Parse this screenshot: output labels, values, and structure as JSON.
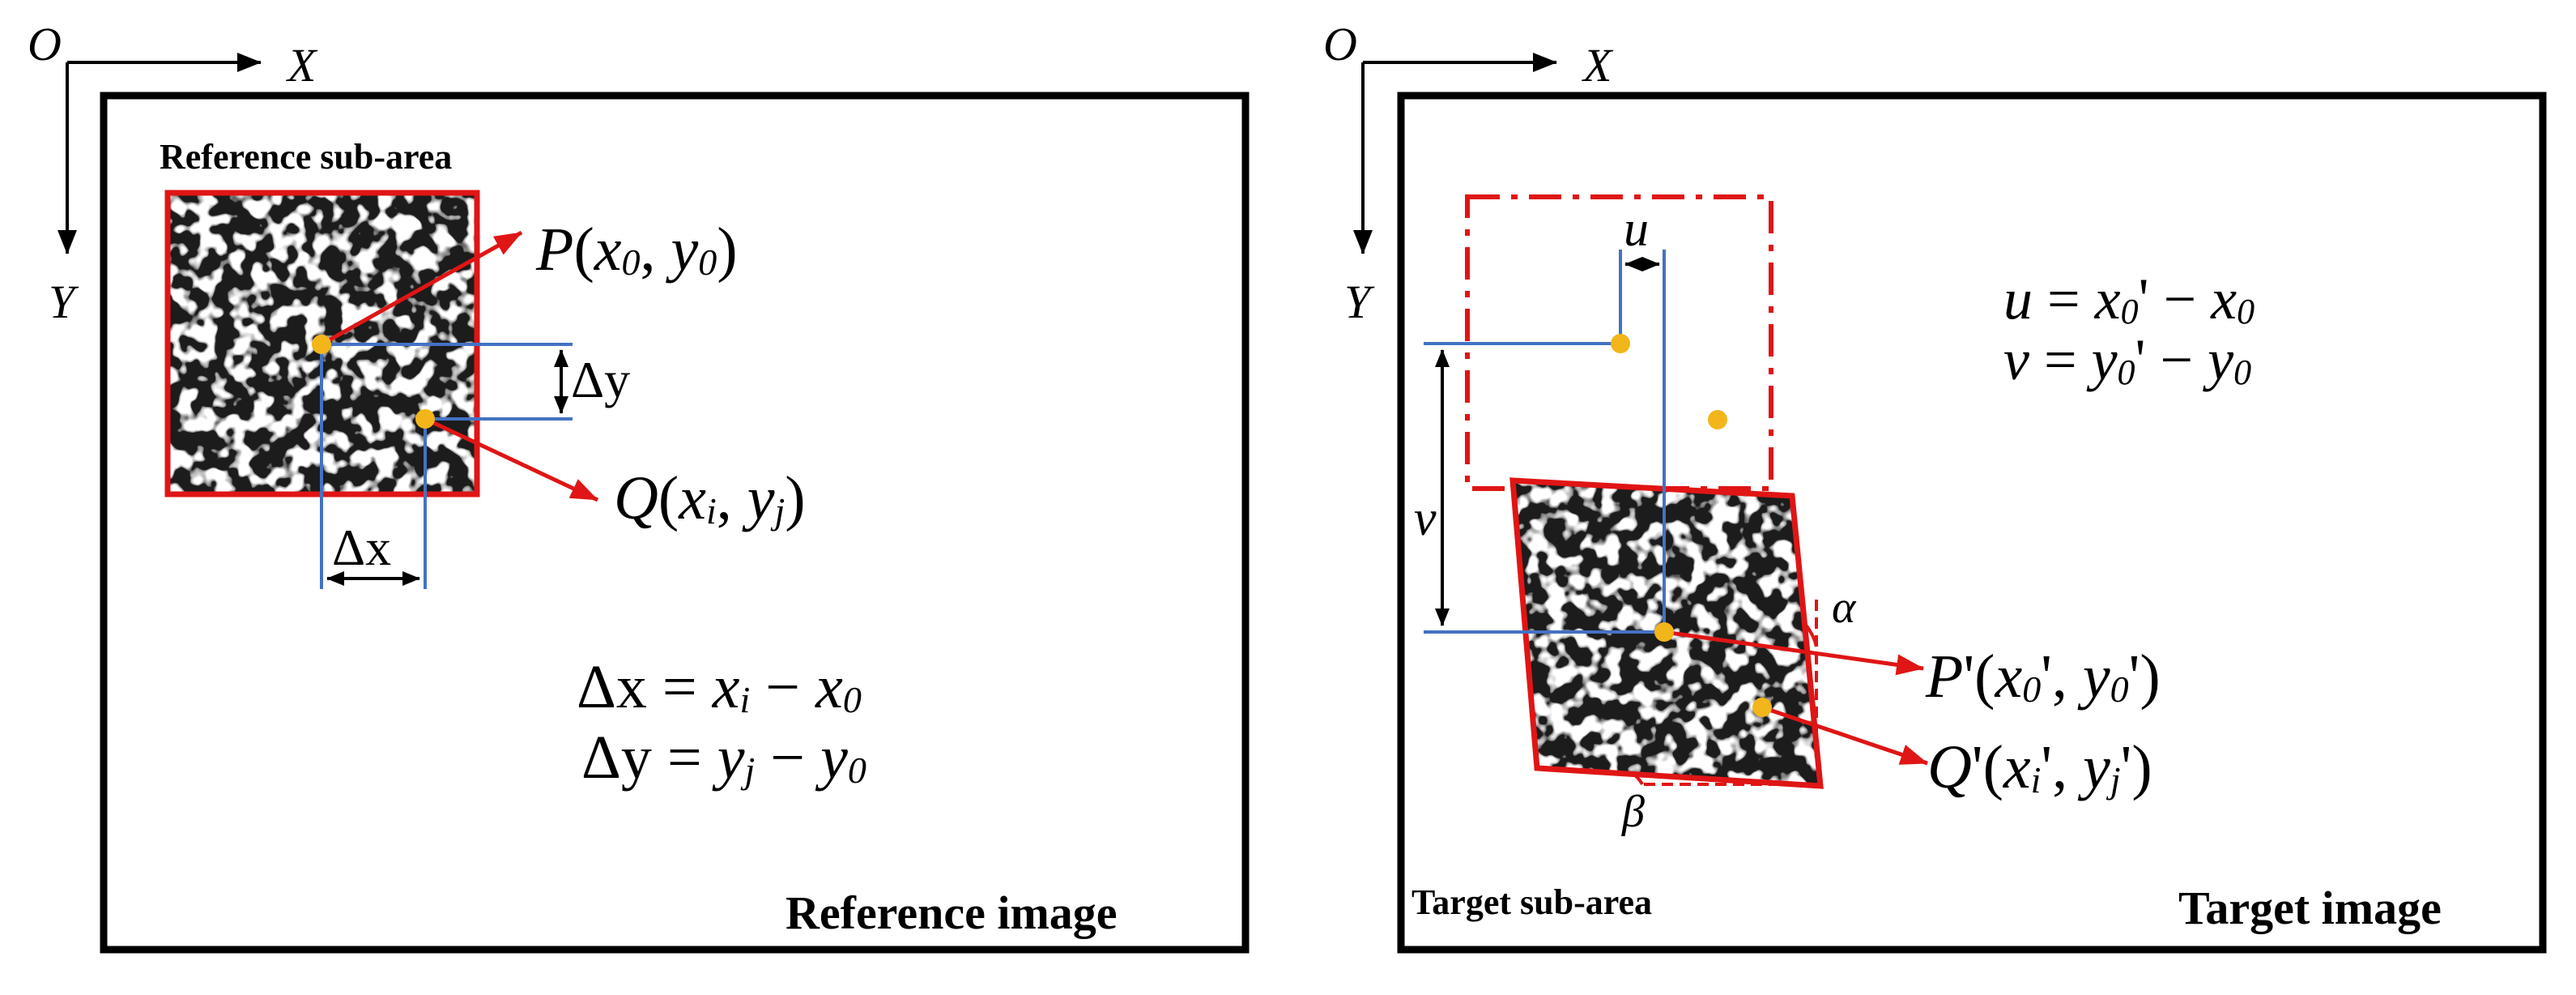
{
  "colors": {
    "frame": "#000000",
    "subarea_border": "#e01515",
    "arrow": "#e01515",
    "guide_line": "#4472c4",
    "point": "#f2b51a"
  },
  "axes": {
    "origin": "O",
    "x_label": "X",
    "y_label": "Y"
  },
  "reference": {
    "frame_label": "Reference image",
    "subarea_label": "Reference sub-area",
    "point_p": {
      "name": "P",
      "open": "(",
      "x": "x",
      "x_sub": "0",
      "sep": ", ",
      "y": "y",
      "y_sub": "0",
      "close": ")"
    },
    "point_q": {
      "name": "Q",
      "open": "(",
      "x": "x",
      "x_sub": "i",
      "sep": ", ",
      "y": "y",
      "y_sub": "j",
      "close": ")"
    },
    "dx_label": "Δx",
    "dy_label": "Δy",
    "eq1": {
      "lhs": "Δx",
      "op": " =  ",
      "a": "x",
      "a_sub": "i",
      "minus": "  −  ",
      "b": "x",
      "b_sub": "0"
    },
    "eq2": {
      "lhs": "Δy",
      "op": " =  ",
      "a": "y",
      "a_sub": "j",
      "minus": "  −  ",
      "b": "y",
      "b_sub": "0"
    }
  },
  "target": {
    "frame_label": "Target image",
    "subarea_label": "Target sub-area",
    "u_label": "u",
    "v_label": "v",
    "alpha_label": "α",
    "beta_label": "β",
    "point_p": {
      "name": "P",
      "prime": "'",
      "open": "(",
      "x": "x",
      "x_sub": "0",
      "x_prime": "'",
      "sep": ", ",
      "y": "y",
      "y_sub": "0",
      "y_prime": "'",
      "close": ")"
    },
    "point_q": {
      "name": "Q",
      "prime": "'",
      "open": "(",
      "x": "x",
      "x_sub": "i",
      "x_prime": "'",
      "sep": ", ",
      "y": "y",
      "y_sub": "j",
      "y_prime": "'",
      "close": ")"
    },
    "eq1": {
      "lhs": "u",
      "op": " =  ",
      "a": "x",
      "a_sub": "0",
      "a_prime": "'",
      "minus": "  −  ",
      "b": "x",
      "b_sub": "0"
    },
    "eq2": {
      "lhs": "v",
      "op": " =  ",
      "a": "y",
      "a_sub": "0",
      "a_prime": "'",
      "minus": "  −  ",
      "b": "y",
      "b_sub": "0"
    }
  }
}
